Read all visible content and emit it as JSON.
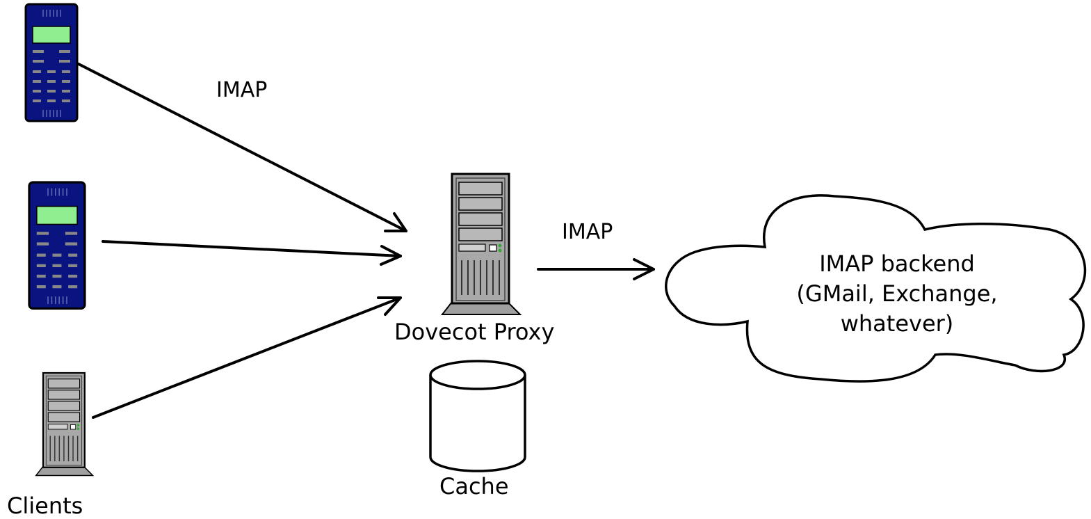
{
  "labels": {
    "imap_clients": "IMAP",
    "imap_backend": "IMAP",
    "proxy": "Dovecot Proxy",
    "cache": "Cache",
    "clients": "Clients"
  },
  "backend": {
    "lines": [
      "IMAP backend",
      "(GMail, Exchange,",
      "whatever)"
    ]
  },
  "colors": {
    "phone_body": "#0a1480",
    "phone_screen": "#90ee90",
    "server_body": "#a8a8a8",
    "stroke": "#000000"
  }
}
